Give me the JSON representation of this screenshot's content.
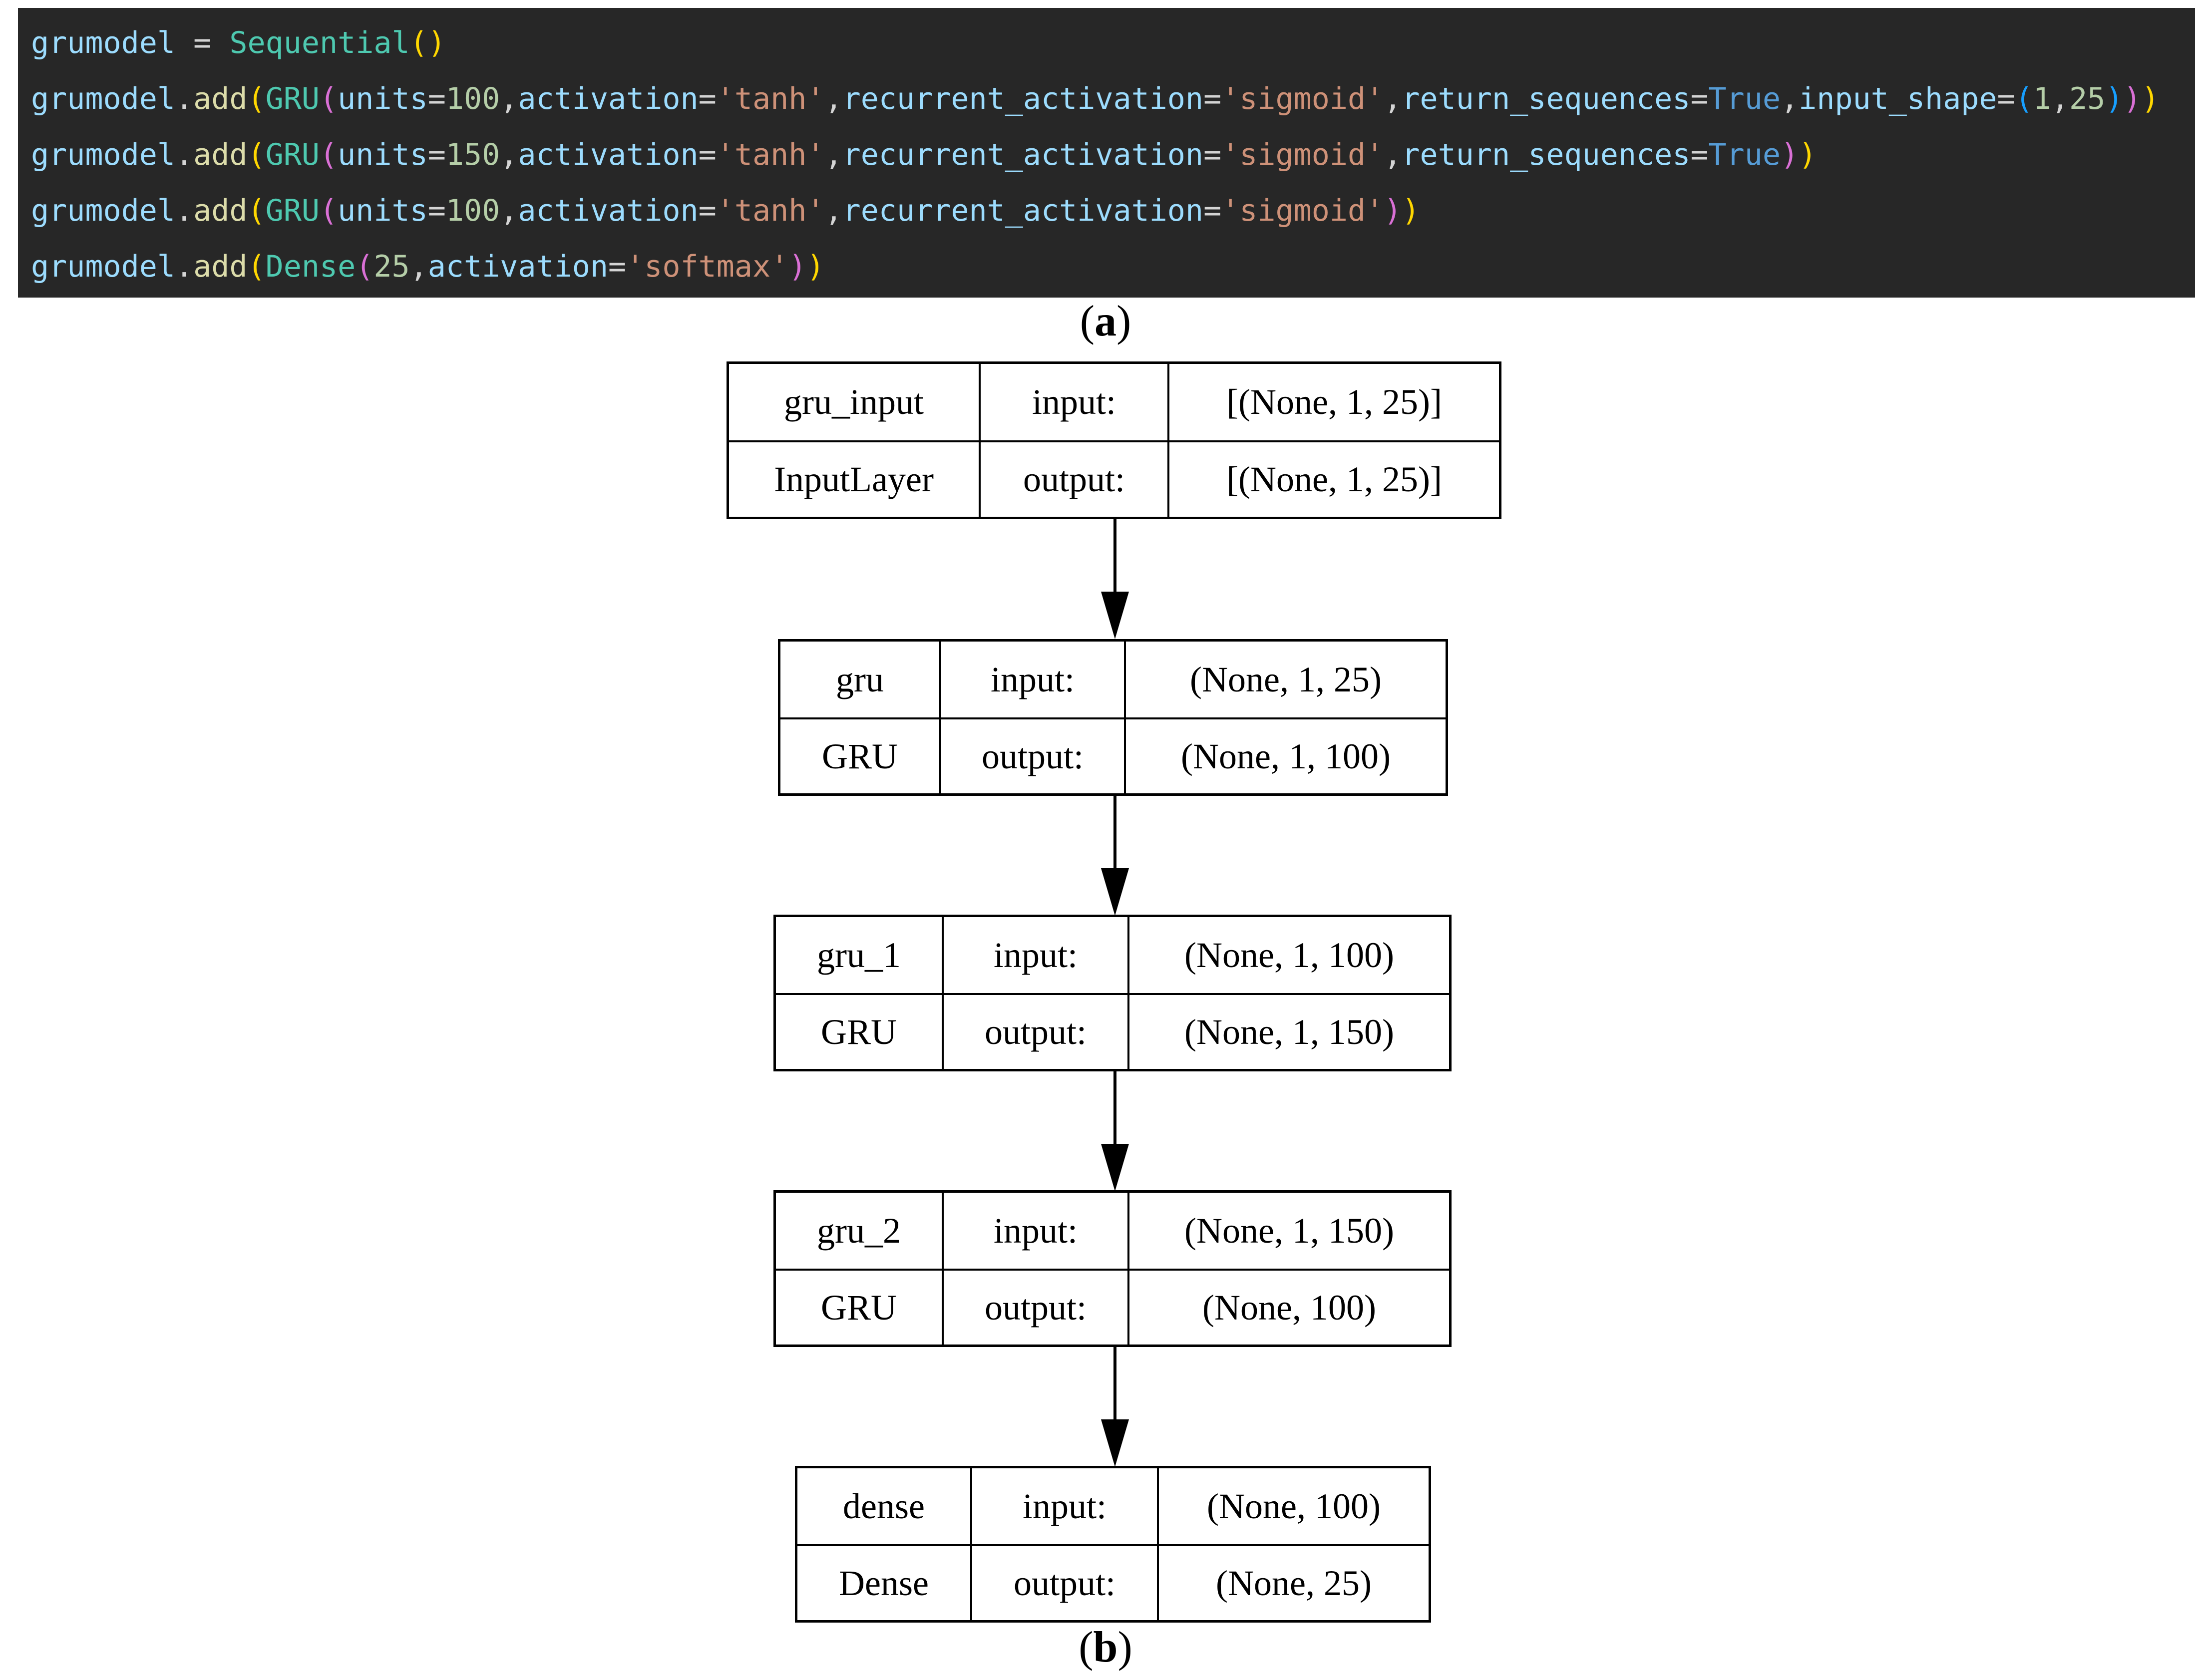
{
  "code": {
    "background": "#272727",
    "token_colors": {
      "v": "#9CDCFE",
      "f": "#DCDCAA",
      "cl": "#4EC9B0",
      "s": "#CE9178",
      "n": "#B5CEA8",
      "k": "#569CD6",
      "p": "#D4D4D4",
      "b1": "#FFD700",
      "b2": "#DA70D6",
      "b3": "#179FFF"
    },
    "lines": [
      [
        [
          "v",
          "grumodel"
        ],
        [
          "p",
          " = "
        ],
        [
          "cl",
          "Sequential"
        ],
        [
          "b1",
          "()"
        ]
      ],
      [
        [
          "v",
          "grumodel"
        ],
        [
          "p",
          "."
        ],
        [
          "f",
          "add"
        ],
        [
          "b1",
          "("
        ],
        [
          "cl",
          "GRU"
        ],
        [
          "b2",
          "("
        ],
        [
          "v",
          "units"
        ],
        [
          "p",
          "="
        ],
        [
          "n",
          "100"
        ],
        [
          "p",
          ","
        ],
        [
          "v",
          "activation"
        ],
        [
          "p",
          "="
        ],
        [
          "s",
          "'tanh'"
        ],
        [
          "p",
          ","
        ],
        [
          "v",
          "recurrent_activation"
        ],
        [
          "p",
          "="
        ],
        [
          "s",
          "'sigmoid'"
        ],
        [
          "p",
          ","
        ],
        [
          "v",
          "return_sequences"
        ],
        [
          "p",
          "="
        ],
        [
          "k",
          "True"
        ],
        [
          "p",
          ","
        ],
        [
          "v",
          "input_shape"
        ],
        [
          "p",
          "="
        ],
        [
          "b3",
          "("
        ],
        [
          "n",
          "1"
        ],
        [
          "p",
          ","
        ],
        [
          "n",
          "25"
        ],
        [
          "b3",
          ")"
        ],
        [
          "b2",
          ")"
        ],
        [
          "b1",
          ")"
        ]
      ],
      [
        [
          "v",
          "grumodel"
        ],
        [
          "p",
          "."
        ],
        [
          "f",
          "add"
        ],
        [
          "b1",
          "("
        ],
        [
          "cl",
          "GRU"
        ],
        [
          "b2",
          "("
        ],
        [
          "v",
          "units"
        ],
        [
          "p",
          "="
        ],
        [
          "n",
          "150"
        ],
        [
          "p",
          ","
        ],
        [
          "v",
          "activation"
        ],
        [
          "p",
          "="
        ],
        [
          "s",
          "'tanh'"
        ],
        [
          "p",
          ","
        ],
        [
          "v",
          "recurrent_activation"
        ],
        [
          "p",
          "="
        ],
        [
          "s",
          "'sigmoid'"
        ],
        [
          "p",
          ","
        ],
        [
          "v",
          "return_sequences"
        ],
        [
          "p",
          "="
        ],
        [
          "k",
          "True"
        ],
        [
          "b2",
          ")"
        ],
        [
          "b1",
          ")"
        ]
      ],
      [
        [
          "v",
          "grumodel"
        ],
        [
          "p",
          "."
        ],
        [
          "f",
          "add"
        ],
        [
          "b1",
          "("
        ],
        [
          "cl",
          "GRU"
        ],
        [
          "b2",
          "("
        ],
        [
          "v",
          "units"
        ],
        [
          "p",
          "="
        ],
        [
          "n",
          "100"
        ],
        [
          "p",
          ","
        ],
        [
          "v",
          "activation"
        ],
        [
          "p",
          "="
        ],
        [
          "s",
          "'tanh'"
        ],
        [
          "p",
          ","
        ],
        [
          "v",
          "recurrent_activation"
        ],
        [
          "p",
          "="
        ],
        [
          "s",
          "'sigmoid'"
        ],
        [
          "b2",
          ")"
        ],
        [
          "b1",
          ")"
        ]
      ],
      [
        [
          "v",
          "grumodel"
        ],
        [
          "p",
          "."
        ],
        [
          "f",
          "add"
        ],
        [
          "b1",
          "("
        ],
        [
          "cl",
          "Dense"
        ],
        [
          "b2",
          "("
        ],
        [
          "n",
          "25"
        ],
        [
          "p",
          ","
        ],
        [
          "v",
          "activation"
        ],
        [
          "p",
          "="
        ],
        [
          "s",
          "'softmax'"
        ],
        [
          "b2",
          ")"
        ],
        [
          "b1",
          ")"
        ]
      ]
    ]
  },
  "captions": {
    "a": [
      "(",
      "a",
      ")"
    ],
    "b": [
      "(",
      "b",
      ")"
    ]
  },
  "diagram": {
    "nodes": [
      {
        "name": "gru_input",
        "layer_type": "InputLayer",
        "input_label": "input:",
        "output_label": "output:",
        "input_shape": "[(None, 1, 25)]",
        "output_shape": "[(None, 1, 25)]"
      },
      {
        "name": "gru",
        "layer_type": "GRU",
        "input_label": "input:",
        "output_label": "output:",
        "input_shape": "(None, 1, 25)",
        "output_shape": "(None, 1, 100)"
      },
      {
        "name": "gru_1",
        "layer_type": "GRU",
        "input_label": "input:",
        "output_label": "output:",
        "input_shape": "(None, 1, 100)",
        "output_shape": "(None, 1, 150)"
      },
      {
        "name": "gru_2",
        "layer_type": "GRU",
        "input_label": "input:",
        "output_label": "output:",
        "input_shape": "(None, 1, 150)",
        "output_shape": "(None, 100)"
      },
      {
        "name": "dense",
        "layer_type": "Dense",
        "input_label": "input:",
        "output_label": "output:",
        "input_shape": "(None, 100)",
        "output_shape": "(None, 25)"
      }
    ]
  }
}
